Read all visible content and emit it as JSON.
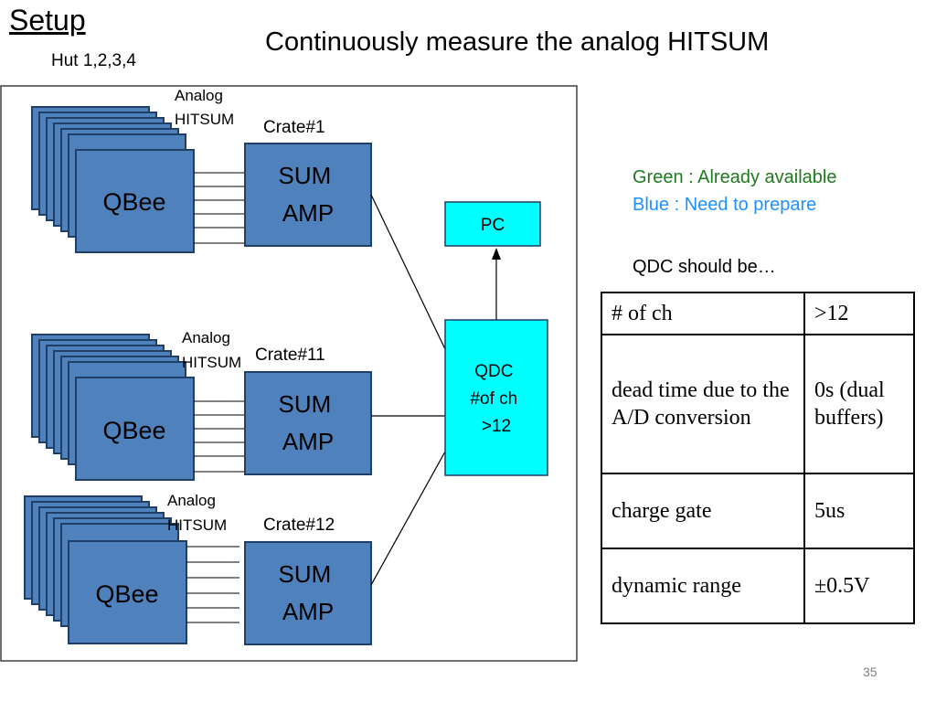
{
  "header": {
    "setup": "Setup",
    "hut": "Hut 1,2,3,4",
    "title": "Continuously measure the analog HITSUM"
  },
  "diagram": {
    "groups": [
      {
        "board_label": "QBee",
        "signal_label": [
          "Analog",
          "HITSUM"
        ],
        "crate_label": "Crate#1",
        "amp_label": [
          "SUM",
          "AMP"
        ]
      },
      {
        "board_label": "QBee",
        "signal_label": [
          "Analog",
          "HITSUM"
        ],
        "crate_label": "Crate#11",
        "amp_label": [
          "SUM",
          "AMP"
        ]
      },
      {
        "board_label": "QBee",
        "signal_label": [
          "Analog",
          "HITSUM"
        ],
        "crate_label": "Crate#12",
        "amp_label": [
          "SUM",
          "AMP"
        ]
      }
    ],
    "qdc_label": [
      "QDC",
      "#of ch",
      ">12"
    ],
    "pc_label": "PC"
  },
  "legend": {
    "green": "Green : Already available",
    "blue": "Blue : Need to prepare"
  },
  "qdc_note": "QDC should be…",
  "requirements": [
    {
      "name": "# of ch",
      "value": ">12"
    },
    {
      "name": "dead time due to the A/D conversion",
      "value": "0s (dual buffers)"
    },
    {
      "name": "charge gate",
      "value": "5us"
    },
    {
      "name": "dynamic range",
      "value": "±0.5V"
    }
  ],
  "page_number": "35",
  "colors": {
    "available": "#1f7a1f",
    "prepare": "#1e90ff",
    "module_fill": "#4f81bd",
    "module_stroke": "#1f3f66",
    "qdc_fill": "#00ffff"
  }
}
